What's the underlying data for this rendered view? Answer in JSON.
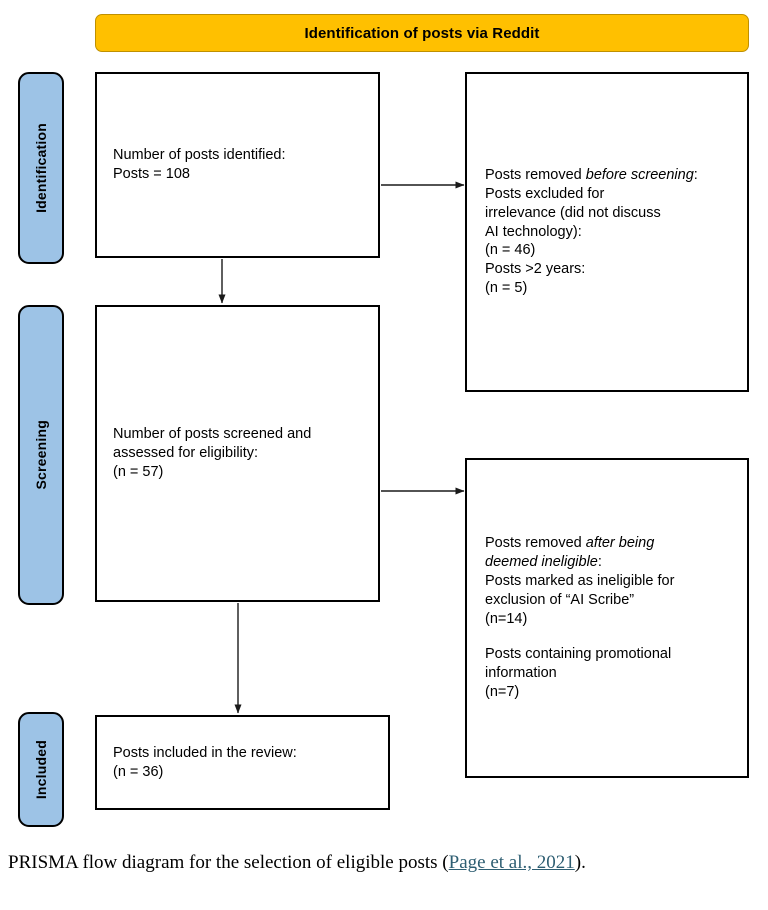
{
  "banner": {
    "title": "Identification of posts via Reddit"
  },
  "stages": [
    {
      "id": "identification",
      "label": "Identification"
    },
    {
      "id": "screening",
      "label": "Screening"
    },
    {
      "id": "included",
      "label": "Included"
    }
  ],
  "boxes": {
    "identified": {
      "line1": "Number of posts identified:",
      "line2": "Posts = 108"
    },
    "screened": {
      "line1": "Number of posts screened and",
      "line2": "assessed for eligibility:",
      "line3": "(n = 57)"
    },
    "included": {
      "line1": "Posts included in the review:",
      "line2": "(n = 36)"
    },
    "removed_before_screening": {
      "heading_prefix": "Posts removed ",
      "heading_italic": "before screening",
      "heading_suffix": ":",
      "line1": "Posts excluded for",
      "line2": "irrelevance (did not discuss",
      "line3": "AI technology):",
      "line4": "(n = 46)",
      "line5": "Posts >2 years:",
      "line6": "(n = 5)"
    },
    "removed_after_ineligible": {
      "heading_prefix": "Posts removed ",
      "heading_italic1": "after being",
      "heading_italic2": "deemed ineligible",
      "heading_suffix": ":",
      "line1": "Posts marked as ineligible for",
      "line2": "exclusion of “AI Scribe”",
      "line3": "(n=14)",
      "line4": "Posts containing promotional",
      "line5": "information",
      "line6": "(n=7)"
    }
  },
  "arrows": [
    {
      "id": "identified-to-removed-pre",
      "direction": "right"
    },
    {
      "id": "identified-to-screened",
      "direction": "down"
    },
    {
      "id": "screened-to-removed-post",
      "direction": "right"
    },
    {
      "id": "screened-to-included",
      "direction": "down"
    }
  ],
  "caption": {
    "text_before": "PRISMA flow diagram for the selection of eligible posts (",
    "link": "Page et al., 2021",
    "text_after": ")."
  },
  "colors": {
    "banner_fill": "#FFC000",
    "banner_border": "#BF9000",
    "stage_fill": "#9DC3E6",
    "box_border": "#000000",
    "link": "#2E5E72"
  }
}
